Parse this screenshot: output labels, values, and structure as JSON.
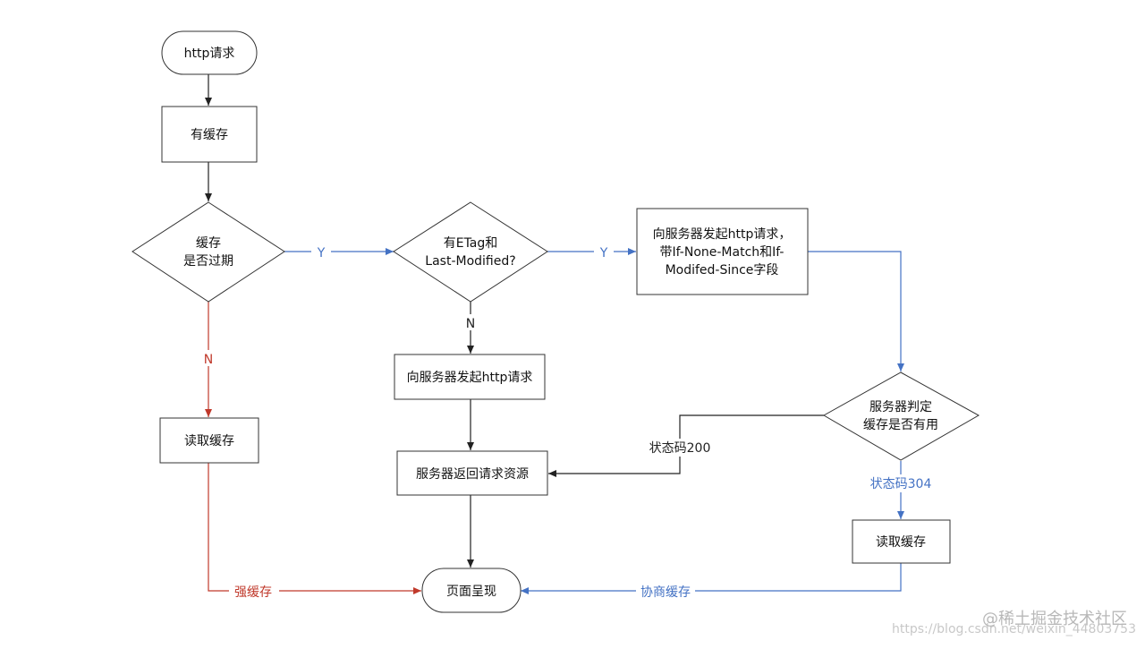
{
  "colors": {
    "default": "#222222",
    "blue": "#4472c4",
    "red": "#c0392b"
  },
  "nodes": {
    "start": {
      "text": [
        "http请求"
      ]
    },
    "has_cache": {
      "text": [
        "有缓存"
      ]
    },
    "expired": {
      "text": [
        "缓存",
        "是否过期"
      ]
    },
    "etag": {
      "text": [
        "有ETag和",
        "Last-Modified?"
      ]
    },
    "req_headers": {
      "text": [
        "向服务器发起http请求，",
        "带If-None-Match和If-",
        "Modifed-Since字段"
      ]
    },
    "read_cache1": {
      "text": [
        "读取缓存"
      ]
    },
    "request": {
      "text": [
        "向服务器发起http请求"
      ]
    },
    "server_judge": {
      "text": [
        "服务器判定",
        "缓存是否有用"
      ]
    },
    "return_res": {
      "text": [
        "服务器返回请求资源"
      ]
    },
    "read_cache2": {
      "text": [
        "读取缓存"
      ]
    },
    "render": {
      "text": [
        "页面呈现"
      ]
    }
  },
  "edges": {
    "y1": "Y",
    "y2": "Y",
    "n1": "N",
    "n2": "N",
    "status200": "状态码200",
    "status304": "状态码304",
    "strong": "强缓存",
    "negotiate": "协商缓存"
  },
  "watermark": {
    "brand": "@稀土掘金技术社区",
    "url": "https://blog.csdn.net/weixin_44803753"
  }
}
